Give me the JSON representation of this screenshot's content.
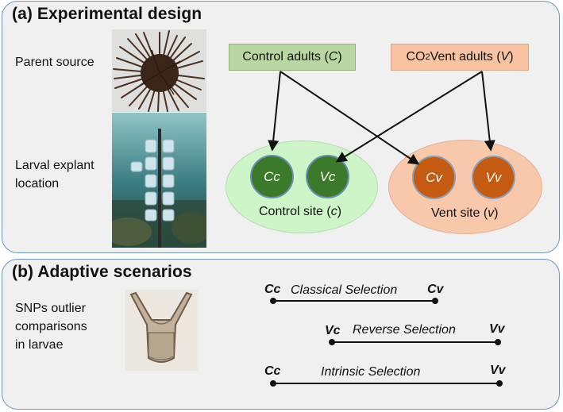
{
  "panel_a": {
    "title": "(a)  Experimental design",
    "parent_source_label": "Parent source",
    "larval_explant_label_line1": "Larval explant",
    "larval_explant_label_line2": "location",
    "control_adults": {
      "prefix": "Control adults (",
      "symbol": "C",
      "suffix": ")"
    },
    "vent_adults": {
      "prefix": "CO",
      "sub": "2",
      "middle": " Vent adults (",
      "symbol": "V",
      "suffix": ")"
    },
    "control_site": {
      "prefix": "Control site (",
      "symbol": "c",
      "suffix": ")",
      "groups": [
        "Cc",
        "Vc"
      ]
    },
    "vent_site": {
      "prefix": "Vent site (",
      "symbol": "v",
      "suffix": ")",
      "groups": [
        "Cv",
        "Vv"
      ]
    }
  },
  "panel_b": {
    "title": "(b)  Adaptive scenarios",
    "snp_label_line1": "SNPs outlier",
    "snp_label_line2": "comparisons",
    "snp_label_line3": "in larvae",
    "scenarios": [
      {
        "name": "Classical Selection",
        "from": "Cc",
        "to": "Cv"
      },
      {
        "name": "Reverse Selection",
        "from": "Vc",
        "to": "Vv"
      },
      {
        "name": "Intrinsic Selection",
        "from": "Cc",
        "to": "Vv"
      }
    ]
  },
  "colors": {
    "panel_border": "#6f95c4",
    "panel_bg": "#f0f0f0",
    "control_green": "#3b7a2a",
    "vent_orange": "#c55a11",
    "control_box": "#b9d7a0",
    "vent_box": "#f7c3a1"
  }
}
